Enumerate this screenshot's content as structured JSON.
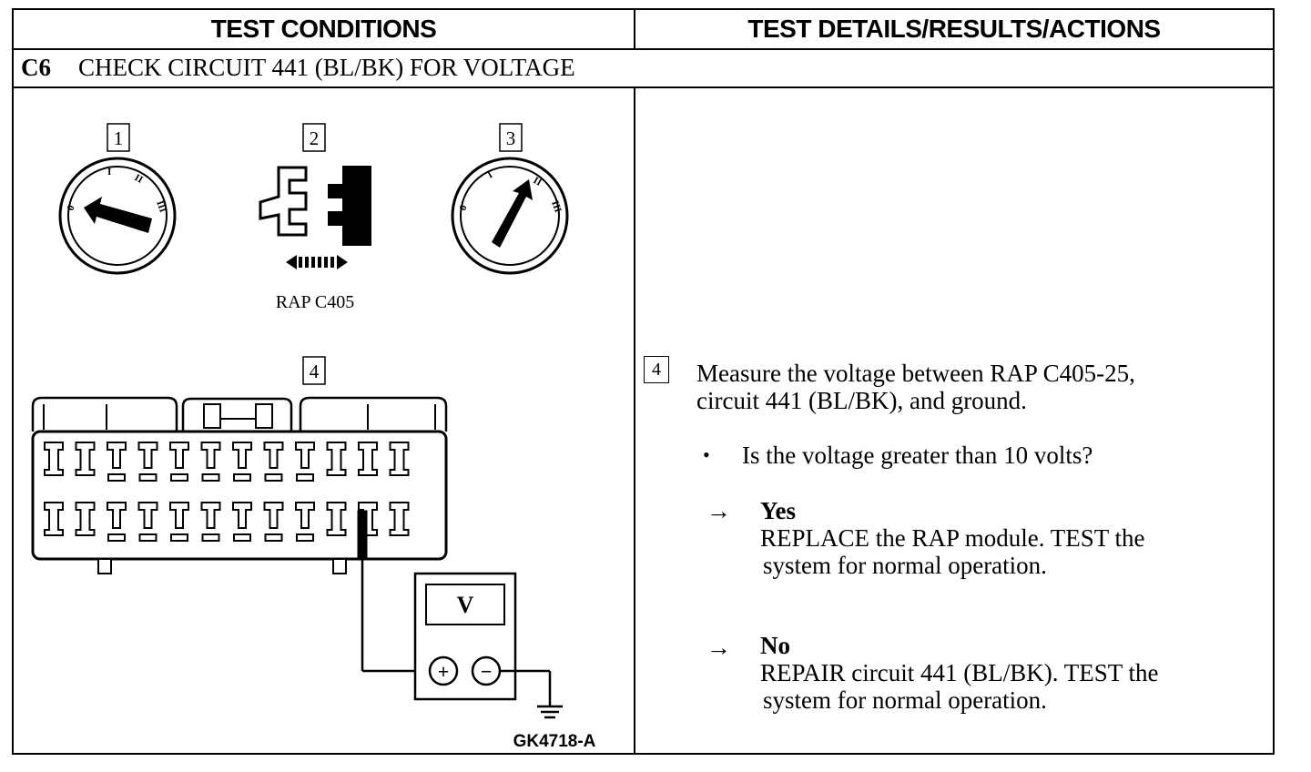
{
  "header": {
    "left": "TEST CONDITIONS",
    "right": "TEST DETAILS/RESULTS/ACTIONS"
  },
  "step": {
    "id": "C6",
    "title": "CHECK CIRCUIT 441 (BL/BK) FOR VOLTAGE"
  },
  "figure": {
    "labels": [
      "1",
      "2",
      "3",
      "4"
    ],
    "connector_caption": "RAP C405",
    "ignition_marks": [
      "0",
      "I",
      "II",
      "III"
    ],
    "meter_symbol": "V",
    "plus": "+",
    "minus": "−",
    "figure_id": "GK4718-A"
  },
  "details": {
    "step_number": "4",
    "instruction_line1": "Measure the voltage between RAP C405-25,",
    "instruction_line2": "circuit 441 (BL/BK), and ground.",
    "bullet": "•",
    "question": "Is the voltage greater than 10 volts?",
    "arrow": "→",
    "yes_label": "Yes",
    "yes_line1": "REPLACE the RAP module. TEST the",
    "yes_line2": "system for normal operation.",
    "no_label": "No",
    "no_line1": "REPAIR circuit 441 (BL/BK). TEST the",
    "no_line2": "system for normal operation."
  }
}
